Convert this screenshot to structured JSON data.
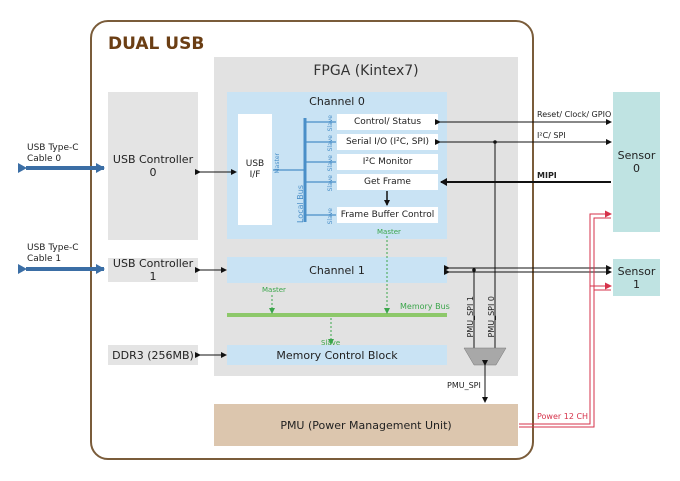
{
  "title": "DUAL USB",
  "fpga": {
    "title": "FPGA (Kintex7)"
  },
  "left_blocks": {
    "usb_controller_0": "USB Controller 0",
    "usb_controller_1": "USB Controller 1",
    "ddr3": "DDR3 (256MB)"
  },
  "cables": {
    "cable0_line1": "USB Type-C",
    "cable0_line2": "Cable 0",
    "cable1_line1": "USB Type-C",
    "cable1_line2": "Cable 1"
  },
  "channel0": {
    "title": "Channel 0",
    "usb_if_line1": "USB",
    "usb_if_line2": "I/F",
    "master": "Master",
    "local_bus": "Local Bus",
    "slave": "Slave",
    "blocks": [
      "Control/ Status",
      "Serial I/O (I²C, SPI)",
      "I²C Monitor",
      "Get Frame",
      "Frame Buffer Control"
    ],
    "fb_master": "Master"
  },
  "channel1": {
    "title": "Channel 1",
    "master": "Master"
  },
  "memory_bus": {
    "label": "Memory Bus",
    "slave": "Slave"
  },
  "memory_control": "Memory Control Block",
  "pmu": {
    "label": "PMU (Power Management Unit)",
    "spi": "PMU_SPI",
    "spi1": "PMU_SPI 1",
    "spi0": "PMU_SPI 0",
    "power": "Power 12 CH"
  },
  "sensors": {
    "sensor0": "Sensor 0",
    "sensor1": "Sensor 1"
  },
  "signals": {
    "reset": "Reset/ Clock/ GPIO",
    "i2c_spi": "I²C/ SPI",
    "mipi": "MIPI"
  },
  "colors": {
    "outer_border": "#7a5c3a",
    "title": "#6b3e14",
    "usb_arrow": "#3b6ea5",
    "bus_blue": "#4a8fc8",
    "memory_bus": "#8dc86a",
    "power_red": "#d6324a"
  }
}
